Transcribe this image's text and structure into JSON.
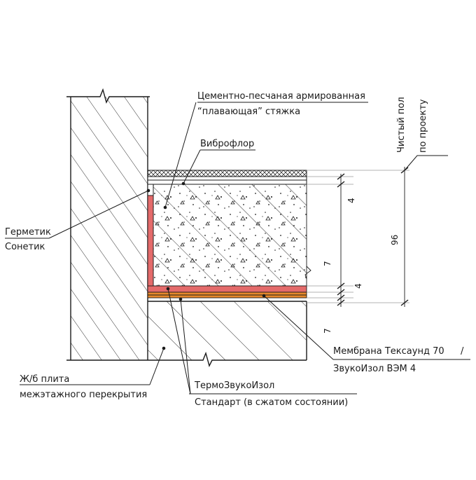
{
  "labels": {
    "screed_line1": "Цементно-песчаная армированная",
    "screed_line2": "“плавающая” стяжка",
    "vibrofloor": "Виброфлор",
    "sealant_line1": "Герметик",
    "sealant_line2": "Сонетик",
    "slab_line1": "Ж/б плита",
    "slab_line2": "межэтажного перекрытия",
    "thermo_line1": "ТермоЗвукоИзол",
    "thermo_line2": "Стандарт (в сжатом состоянии)",
    "membrane_line1": "Мембрана Тексаунд 70",
    "membrane_slash": "/",
    "membrane_line2": "ЗвукоИзол ВЭМ 4",
    "finish_floor_line1": "Чистый пол",
    "finish_floor_line2": "по проекту"
  },
  "dimensions": {
    "top_layer": "4",
    "total": "96",
    "screed_gap": "7",
    "membrane": "4",
    "slab_gap": "7"
  },
  "colors": {
    "insulation_red": "#e46a6a",
    "membrane_orange": "#e8892b",
    "line": "#1a1a1a"
  }
}
